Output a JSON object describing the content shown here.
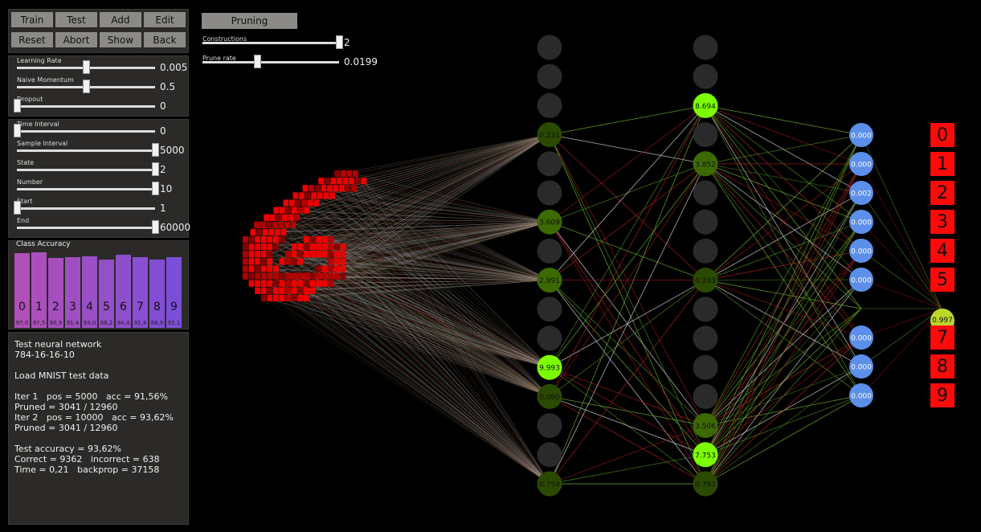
{
  "buttons": [
    "Train",
    "Test",
    "Add",
    "Edit",
    "Reset",
    "Abort",
    "Show",
    "Back"
  ],
  "sliders_top": [
    {
      "label": "Learning Rate",
      "value": "0.005",
      "pos": 0.5
    },
    {
      "label": "Naive Momentum",
      "value": "0.5",
      "pos": 0.5
    },
    {
      "label": "Dropout",
      "value": "0",
      "pos": 0.0
    }
  ],
  "sliders_mid": [
    {
      "label": "Time Interval",
      "value": "0",
      "pos": 0.0
    },
    {
      "label": "Sample Interval",
      "value": "5000",
      "pos": 1.0
    },
    {
      "label": "State",
      "value": "2",
      "pos": 1.0
    },
    {
      "label": "Number",
      "value": "10",
      "pos": 1.0
    },
    {
      "label": "Start",
      "value": "1",
      "pos": 0.0
    },
    {
      "label": "End",
      "value": "60000",
      "pos": 1.0
    }
  ],
  "class_accuracy": {
    "title": "Class Accuracy",
    "digits": [
      "0",
      "1",
      "2",
      "3",
      "4",
      "5",
      "6",
      "7",
      "8",
      "9"
    ],
    "accuracies": [
      "97,0",
      "97,5",
      "90,9",
      "91,4",
      "93,0",
      "88,2",
      "94,4",
      "91,4",
      "88,9",
      "92,1"
    ],
    "values": [
      97.0,
      97.5,
      90.9,
      91.4,
      93.0,
      88.2,
      94.4,
      91.4,
      88.9,
      92.1
    ],
    "colors": [
      "#b04fb8",
      "#ab4fbc",
      "#a54fbf",
      "#a04fc3",
      "#9a4fc6",
      "#944fca",
      "#8e4fcd",
      "#884fd1",
      "#824fd4",
      "#7c4fd8"
    ]
  },
  "log": [
    "Test neural network",
    "784-16-16-10",
    "",
    "Load MNIST test data",
    "",
    "Iter 1   pos = 5000   acc = 91,56%",
    "Pruned = 3041 / 12960",
    "Iter 2   pos = 10000   acc = 93,62%",
    "Pruned = 3041 / 12960",
    "",
    "Test accuracy = 93,62%",
    "Correct = 9362   incorrect = 638",
    "Time = 0,21   backprop = 37158"
  ],
  "pruning": {
    "button": "Pruning",
    "sliders": [
      {
        "label": "Constructions",
        "value": "2",
        "pos": 1.0
      },
      {
        "label": "Prune rate",
        "value": "0.0199",
        "pos": 0.4
      }
    ]
  },
  "network": {
    "hidden1": [
      null,
      null,
      null,
      "0.231",
      null,
      null,
      "3.609",
      null,
      "2.991",
      null,
      null,
      "9.993",
      "0.090",
      null,
      null,
      "0.754"
    ],
    "hidden2": [
      null,
      null,
      "8.694",
      null,
      "3.852",
      null,
      null,
      null,
      "0.203",
      null,
      null,
      null,
      null,
      "3.506",
      "7.753",
      "0.793"
    ],
    "outputs": [
      "0.000",
      "0.000",
      "0.002",
      "0.000",
      "0.000",
      "0.000",
      "0.997",
      "0.000",
      "0.000",
      "0.000"
    ],
    "winner_index": 6,
    "labels": [
      "0",
      "1",
      "2",
      "3",
      "4",
      "5",
      "6",
      "7",
      "8",
      "9"
    ],
    "colors": {
      "off": "#2a2a2a",
      "dim": "#2a4a00",
      "mid": "#3c6a00",
      "bright": "#7cff00",
      "output": "#5b8fea",
      "label_bg": "#ff0a0a",
      "winner": "#bcd62a"
    }
  },
  "input_image_rows": [
    "..........####....",
    "........########..",
    "......#########...",
    ".....#######......",
    "....######........",
    "...######.........",
    "..######..........",
    ".#######..........",
    ".######..........",
    "#######...#####...",
    "######..#########.",
    "#####..##########.",
    "#####.####....###.",
    "######......#####.",
    "#################.",
    ".##############...",
    "..##########......",
    "...########......."
  ]
}
